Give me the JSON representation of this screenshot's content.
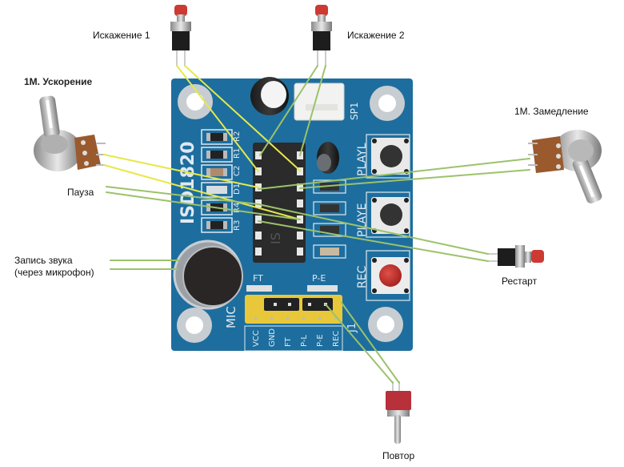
{
  "diagram": {
    "title": "ISD1820 voice recorder module wiring",
    "board": {
      "name": "ISD1820",
      "components": [
        "R2",
        "R1",
        "C2",
        "D1",
        "R4",
        "R3"
      ],
      "connector": "SP1",
      "mic_label": "MIC",
      "jumper_block_label": "J1",
      "jumper_top_labels": [
        "FT",
        "P-E"
      ],
      "header_pins": [
        "VCC",
        "GND",
        "FT",
        "P-L",
        "P-E",
        "REC"
      ],
      "buttons": [
        "PLAYL",
        "PLAYE",
        "REC"
      ],
      "chip_text": "IS"
    },
    "labels": {
      "distortion1": "Искажение 1",
      "distortion2": "Искажение 2",
      "speedup": "1М. Ускорение",
      "slowdown": "1М. Замедление",
      "pause": "Пауза",
      "record": "Запись звука\n(через микрофон)",
      "restart": "Рестарт",
      "repeat": "Повтор"
    },
    "colors": {
      "board": "#1d6e9e",
      "board_dark": "#155a84",
      "silkscreen": "#dfe9f2",
      "wire_yellow": "#e6e84a",
      "wire_green": "#9cc26a",
      "button_red": "#c8302a",
      "header_yellow": "#e8c83a"
    }
  }
}
